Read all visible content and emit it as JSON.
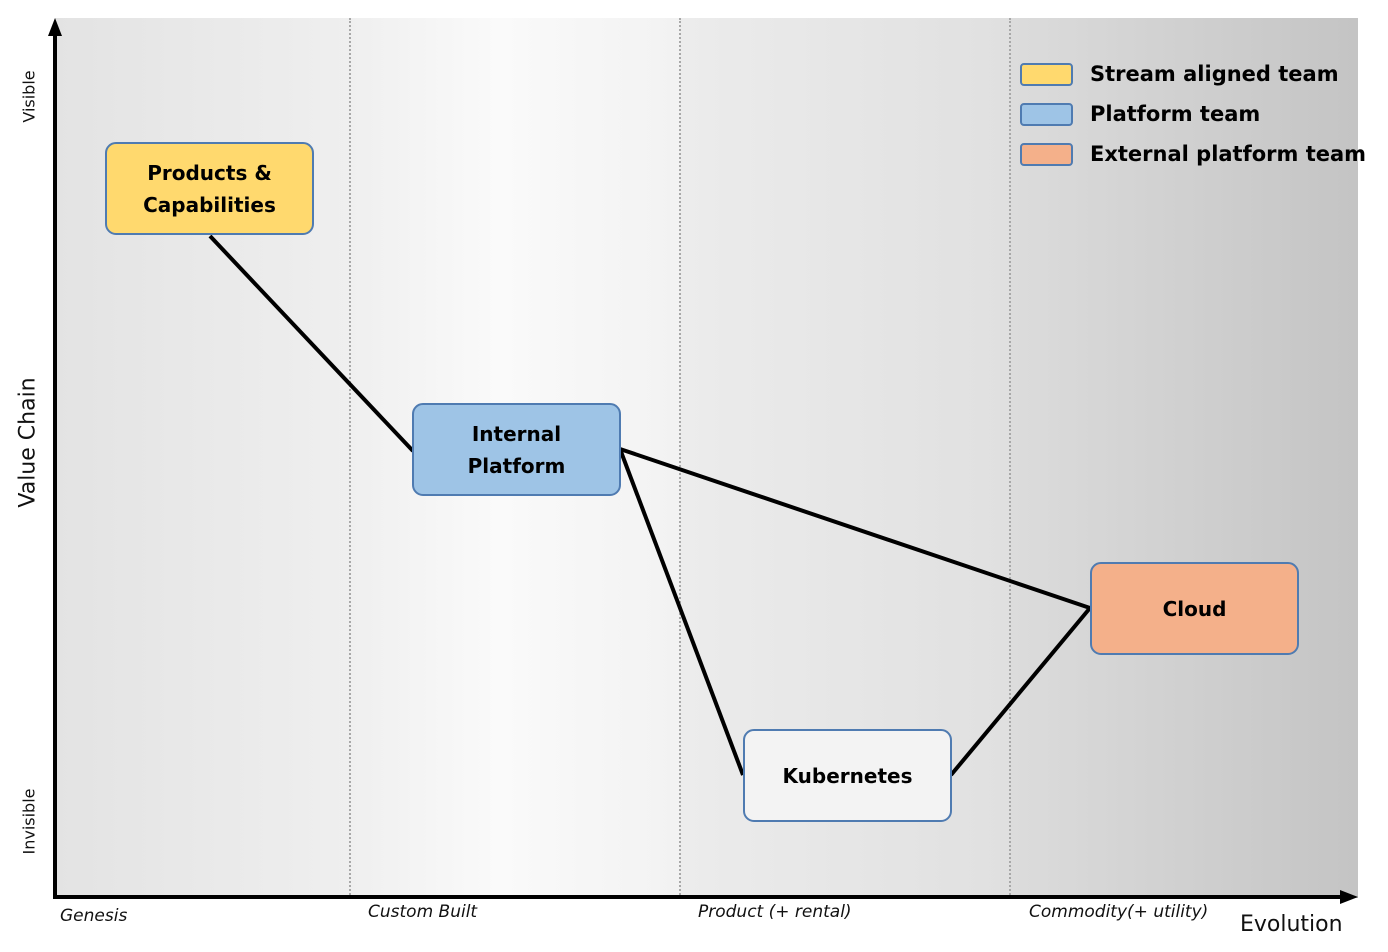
{
  "axes": {
    "y_title": "Value Chain",
    "y_top": "Visible",
    "y_bottom": "Invisible",
    "x_title": "Evolution",
    "x_stages": [
      "Genesis",
      "Custom Built",
      "Product (+ rental)",
      "Commodity(+ utility)"
    ]
  },
  "legend": [
    {
      "label": "Stream aligned team",
      "color": "#ffd96e"
    },
    {
      "label": "Platform team",
      "color": "#9ec4e6"
    },
    {
      "label": "External platform team",
      "color": "#f4b08a"
    }
  ],
  "nodes": {
    "products": {
      "label": "Products &\nCapabilities",
      "color": "#ffd96e"
    },
    "internal_platform": {
      "label": "Internal\nPlatform",
      "color": "#9ec4e6"
    },
    "kubernetes": {
      "label": "Kubernetes",
      "color": "#f3f3f3"
    },
    "cloud": {
      "label": "Cloud",
      "color": "#f4b08a"
    }
  },
  "links": [
    [
      "products",
      "internal_platform"
    ],
    [
      "internal_platform",
      "kubernetes"
    ],
    [
      "internal_platform",
      "cloud"
    ],
    [
      "kubernetes",
      "cloud"
    ]
  ]
}
